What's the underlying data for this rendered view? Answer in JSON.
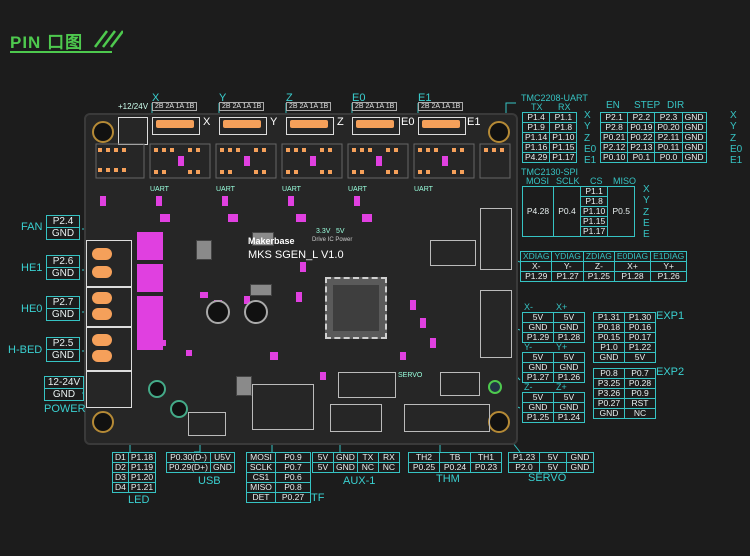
{
  "title": {
    "pin": "PIN",
    "ch": "口图"
  },
  "board": {
    "brand": "Makerbase",
    "model": "MKS SGEN_L V1.0",
    "drive": "Drive IC Power"
  },
  "motor_top": [
    {
      "axis": "X",
      "pins": "2B 2A 1A 1B"
    },
    {
      "axis": "Y",
      "pins": "2B 2A 1A 1B"
    },
    {
      "axis": "Z",
      "pins": "2B 2A 1A 1B"
    },
    {
      "axis": "E0",
      "pins": "2B 2A 1A 1B"
    },
    {
      "axis": "E1",
      "pins": "2B 2A 1A 1B"
    }
  ],
  "left": [
    {
      "name": "FAN",
      "rows": [
        "P2.4",
        "GND"
      ]
    },
    {
      "name": "HE1",
      "rows": [
        "P2.6",
        "GND"
      ]
    },
    {
      "name": "HE0",
      "rows": [
        "P2.7",
        "GND"
      ]
    },
    {
      "name": "H-BED",
      "rows": [
        "P2.5",
        "GND"
      ]
    },
    {
      "name": "POWER",
      "rows": [
        "12-24V",
        "GND"
      ]
    }
  ],
  "uart": {
    "title": "TMC2208-UART",
    "head": [
      "TX",
      "RX"
    ],
    "rows": [
      [
        "P1.4",
        "P1.1",
        "X"
      ],
      [
        "P1.9",
        "P1.8",
        "Y"
      ],
      [
        "P1.14",
        "P1.10",
        "Z"
      ],
      [
        "P1.16",
        "P1.15",
        "E0"
      ],
      [
        "P4.29",
        "P1.17",
        "E1"
      ]
    ]
  },
  "step": {
    "head": [
      "EN",
      "STEP",
      "DIR"
    ],
    "rows": [
      [
        "P2.1",
        "P2.2",
        "P2.3",
        "GND",
        "X"
      ],
      [
        "P2.8",
        "P0.19",
        "P0.20",
        "GND",
        "Y"
      ],
      [
        "P0.21",
        "P0.22",
        "P2.11",
        "GND",
        "Z"
      ],
      [
        "P2.12",
        "P2.13",
        "P0.11",
        "GND",
        "E0"
      ],
      [
        "P0.10",
        "P0.1",
        "P0.0",
        "GND",
        "E1"
      ]
    ]
  },
  "spi": {
    "title": "TMC2130-SPI",
    "head": [
      "MOSI",
      "SCLK",
      "CS",
      "MISO"
    ],
    "mosi": "P4.28",
    "sclk": "P0.4",
    "miso": "P0.5",
    "cs": [
      "P1.1",
      "P1.8",
      "P1.10",
      "P1.15",
      "P1.17"
    ],
    "axes": [
      "X",
      "Y",
      "Z",
      "E",
      "E"
    ]
  },
  "diag": {
    "head": [
      "XDIAG",
      "YDIAG",
      "ZDIAG",
      "E0DIAG",
      "E1DIAG"
    ],
    "axis": [
      "X-",
      "Y-",
      "Z-",
      "X+",
      "Y+"
    ],
    "pins": [
      "P1.29",
      "P1.27",
      "P1.25",
      "P1.28",
      "P1.26"
    ]
  },
  "endstops": [
    {
      "a": "X-",
      "b": "X+",
      "rows": [
        [
          "5V",
          "5V"
        ],
        [
          "GND",
          "GND"
        ],
        [
          "P1.29",
          "P1.28"
        ]
      ]
    },
    {
      "a": "Y-",
      "b": "Y+",
      "rows": [
        [
          "5V",
          "5V"
        ],
        [
          "GND",
          "GND"
        ],
        [
          "P1.27",
          "P1.26"
        ]
      ]
    },
    {
      "a": "Z-",
      "b": "Z+",
      "rows": [
        [
          "5V",
          "5V"
        ],
        [
          "GND",
          "GND"
        ],
        [
          "P1.25",
          "P1.24"
        ]
      ]
    }
  ],
  "exp1": {
    "name": "EXP1",
    "rows": [
      [
        "P1.31",
        "P1.30"
      ],
      [
        "P0.18",
        "P0.16"
      ],
      [
        "P0.15",
        "P0.17"
      ],
      [
        "P1.0",
        "P1.22"
      ],
      [
        "GND",
        "5V"
      ]
    ]
  },
  "exp2": {
    "name": "EXP2",
    "rows": [
      [
        "P0.8",
        "P0.7"
      ],
      [
        "P3.25",
        "P0.28"
      ],
      [
        "P3.26",
        "P0.9"
      ],
      [
        "P0.27",
        "RST"
      ],
      [
        "GND",
        "NC"
      ]
    ]
  },
  "led": {
    "name": "LED",
    "rows": [
      [
        "D1",
        "P1.18"
      ],
      [
        "D2",
        "P1.19"
      ],
      [
        "D3",
        "P1.20"
      ],
      [
        "D4",
        "P1.21"
      ]
    ]
  },
  "usb": {
    "name": "USB",
    "rows": [
      [
        "P0.30(D-)",
        "U5V"
      ],
      [
        "P0.29(D+)",
        "GND"
      ]
    ]
  },
  "tf": {
    "name": "TF",
    "rows": [
      [
        "MOSI",
        "P0.9"
      ],
      [
        "SCLK",
        "P0.7"
      ],
      [
        "CS1",
        "P0.6"
      ],
      [
        "MISO",
        "P0.8"
      ],
      [
        "DET",
        "P0.27"
      ]
    ]
  },
  "aux": {
    "name": "AUX-1",
    "rows": [
      [
        "5V",
        "GND",
        "TX",
        "RX"
      ],
      [
        "5V",
        "GND",
        "NC",
        "NC"
      ]
    ]
  },
  "thm": {
    "name": "THM",
    "head": [
      "TH2",
      "TB",
      "TH1"
    ],
    "pins": [
      "P0.25",
      "P0.24",
      "P0.23"
    ]
  },
  "servo": {
    "name": "SERVO",
    "rows": [
      [
        "P1.23",
        "5V",
        "GND"
      ],
      [
        "P2.0",
        "5V",
        "GND"
      ]
    ]
  },
  "silk": {
    "v1224": "+12/24V",
    "uart": "UART",
    "servo": "SERVO",
    "vv": "3.3V",
    "v5": "5V"
  }
}
